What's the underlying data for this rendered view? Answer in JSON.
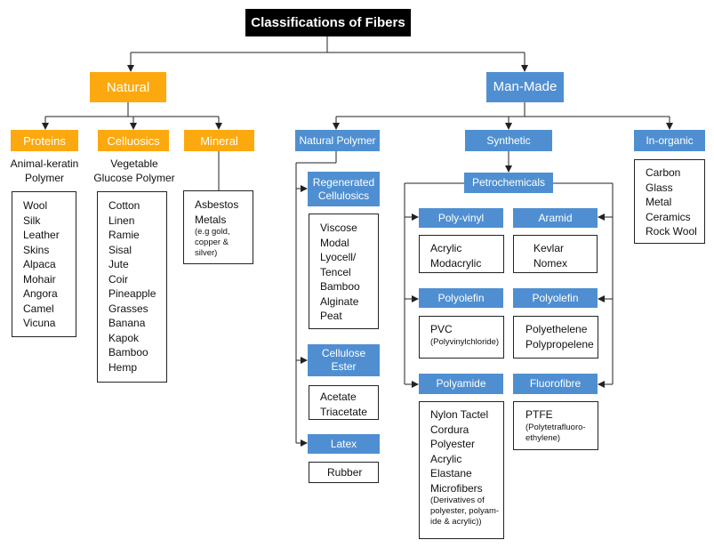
{
  "title": "Classifications of Fibers",
  "natural": {
    "label": "Natural",
    "proteins": {
      "label": "Proteins",
      "subtitle": [
        "Animal-keratin",
        "Polymer"
      ],
      "items": [
        "Wool",
        "Silk",
        "Leather",
        "Skins",
        "Alpaca",
        "Mohair",
        "Angora",
        "Camel",
        "Vicuna"
      ]
    },
    "celluosics": {
      "label": "Celluosics",
      "subtitle": [
        "Vegetable",
        "Glucose Polymer"
      ],
      "items": [
        "Cotton",
        "Linen",
        "Ramie",
        "Sisal",
        "Jute",
        "Coir",
        "Pineapple",
        "Grasses",
        "Banana",
        "Kapok",
        "Bamboo",
        "Hemp"
      ]
    },
    "mineral": {
      "label": "Mineral",
      "items": [
        "Asbestos",
        "Metals"
      ],
      "note": [
        "(e.g gold,",
        "copper &",
        "silver)"
      ]
    }
  },
  "man_made": {
    "label": "Man-Made",
    "natural_polymer": {
      "label": "Natural Polymer",
      "regenerated": {
        "label": [
          "Regenerated",
          "Cellulosics"
        ],
        "items": [
          "Viscose",
          "Modal",
          "Lyocell/",
          "Tencel",
          "Bamboo",
          "Alginate",
          "Peat"
        ]
      },
      "cellulose_ester": {
        "label": [
          "Cellulose",
          "Ester"
        ],
        "items": [
          "Acetate",
          "Triacetate"
        ]
      },
      "latex": {
        "label": "Latex",
        "items": [
          "Rubber"
        ]
      }
    },
    "synthetic": {
      "label": "Synthetic",
      "petrochemicals": {
        "label": "Petrochemicals",
        "poly_vinyl": {
          "label": "Poly-vinyl",
          "items": [
            "Acrylic",
            "Modacrylic"
          ]
        },
        "polyolefin_left": {
          "label": "Polyolefin",
          "items": [
            "PVC"
          ],
          "note": [
            "(Polyvinylchloride)"
          ]
        },
        "polyamide": {
          "label": "Polyamide",
          "items": [
            "Nylon Tactel",
            "Cordura",
            "Polyester",
            "Acrylic",
            "Elastane",
            "Microfibers"
          ],
          "note": [
            "(Derivatives of",
            "polyester, polyam-",
            "ide & acrylic))"
          ]
        },
        "aramid": {
          "label": "Aramid",
          "items": [
            "Kevlar",
            "Nomex"
          ]
        },
        "polyolefin_right": {
          "label": "Polyolefin",
          "items": [
            "Polyethelene",
            "Polypropelene"
          ]
        },
        "fluorofibre": {
          "label": "Fluorofibre",
          "items": [
            "PTFE"
          ],
          "note": [
            "(Polytetrafluoro-",
            "ethylene)"
          ]
        }
      }
    },
    "inorganic": {
      "label": "In-organic",
      "items": [
        "Carbon",
        "Glass",
        "Metal",
        "Ceramics",
        "Rock Wool"
      ]
    }
  },
  "colors": {
    "orange": "#fca90f",
    "blue": "#4f8fd1",
    "title_bg": "#000000",
    "line": "#222222"
  }
}
